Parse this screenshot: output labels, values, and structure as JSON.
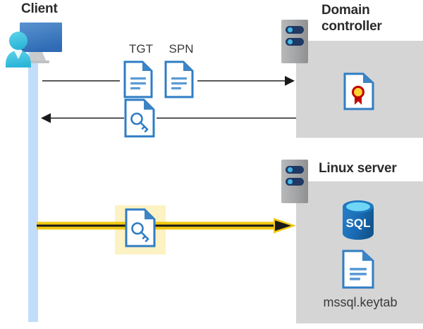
{
  "diagram": {
    "title_client": "Client",
    "title_domain_controller": "Domain\ncontroller",
    "title_domain_controller_line1": "Domain",
    "title_domain_controller_line2": "controller",
    "title_linux_server": "Linux server",
    "label_tgt": "TGT",
    "label_spn": "SPN",
    "label_keytab": "mssql.keytab",
    "sql_icon_text": "SQL"
  },
  "colors": {
    "panel_gray": "#d5d5d5",
    "server_rack_gray": "#a6a6a6",
    "server_rack_slot": "#1f3864",
    "server_rack_dot": "#41b6e6",
    "lifeline_blue": "#c2dcfb",
    "highlight_yellow": "#fdf2c4",
    "arrow_gray": "#595959",
    "arrow_yellow": "#f2c811",
    "arrow_black": "#1a1a1a",
    "doc_blue": "#2f7dc4",
    "doc_fold_blue": "#3d85c6",
    "doc_line_blue": "#5b9bd5",
    "monitor_blue": "#3f7fc1",
    "person_cyan": "#41c3e0",
    "cert_red": "#c00000",
    "cert_gold": "#ffd233",
    "sql_blue": "#1a6bb5",
    "sql_top_cyan": "#44c8f5",
    "text_dark": "#2b2b2b"
  },
  "elements": {
    "client_icon": "client-monitor-user-icon",
    "domain_controller_rack": "server-rack-icon",
    "linux_server_rack": "server-rack-icon",
    "tgt_doc": "document-icon",
    "spn_doc": "document-icon",
    "ticket_key_doc": "document-key-icon",
    "keytab_key_doc": "document-key-icon",
    "certificate_doc": "certificate-icon",
    "sql_db": "sql-database-icon",
    "keytab_doc": "document-icon",
    "arrow_request": "arrow-right-gray",
    "arrow_response": "arrow-left-gray",
    "arrow_auth": "arrow-right-yellow"
  }
}
